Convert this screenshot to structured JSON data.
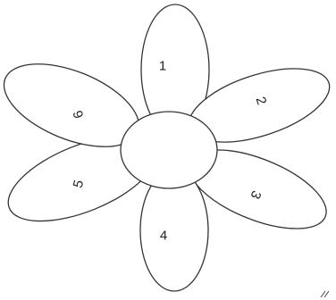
{
  "diagram": {
    "petals": [
      {
        "number": "1"
      },
      {
        "number": "2"
      },
      {
        "number": "3"
      },
      {
        "number": "4"
      },
      {
        "number": "5"
      },
      {
        "number": "6"
      }
    ]
  },
  "colors": {
    "outline": "#333333",
    "fill": "#ffffff",
    "text": "#222222"
  }
}
